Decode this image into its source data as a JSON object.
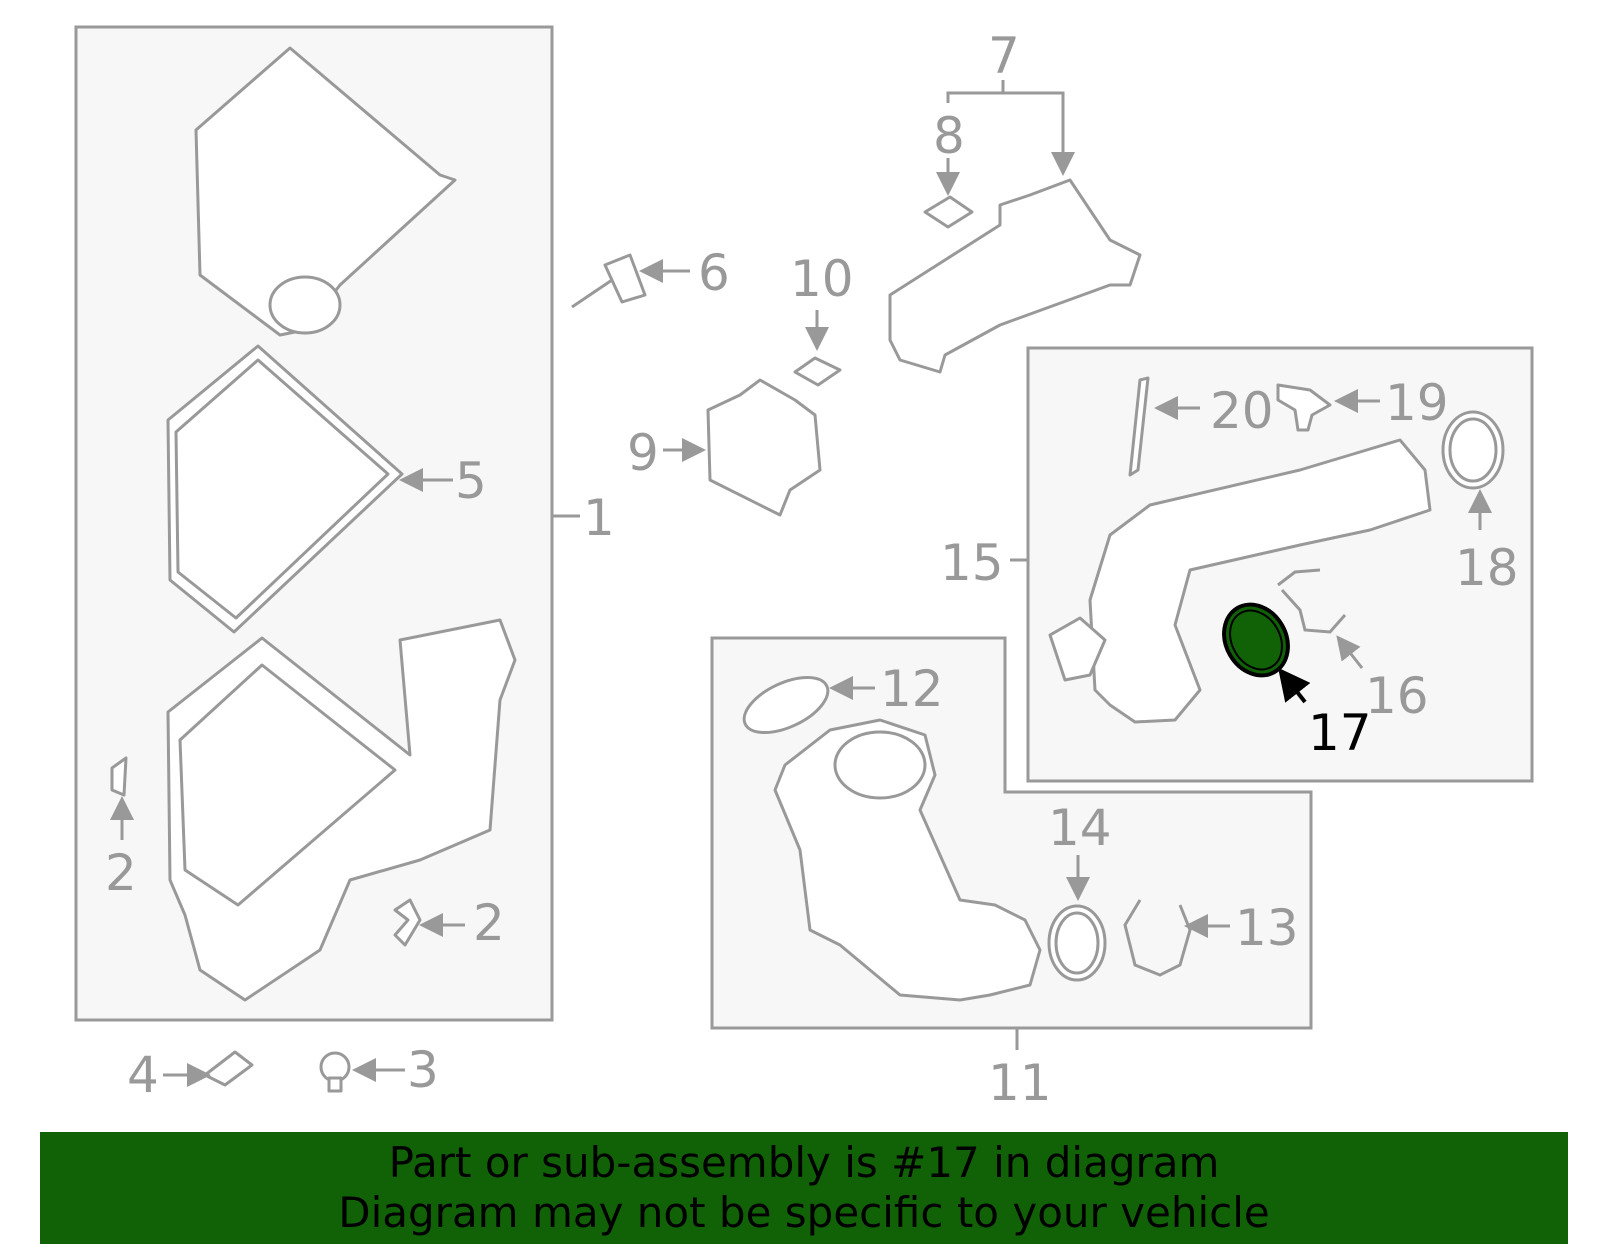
{
  "diagram": {
    "highlight_color": "#116207",
    "callouts": [
      {
        "id": "1",
        "text": "1"
      },
      {
        "id": "2a",
        "text": "2"
      },
      {
        "id": "2b",
        "text": "2"
      },
      {
        "id": "3",
        "text": "3"
      },
      {
        "id": "4",
        "text": "4"
      },
      {
        "id": "5",
        "text": "5"
      },
      {
        "id": "6",
        "text": "6"
      },
      {
        "id": "7",
        "text": "7"
      },
      {
        "id": "8",
        "text": "8"
      },
      {
        "id": "9",
        "text": "9"
      },
      {
        "id": "10",
        "text": "10"
      },
      {
        "id": "11",
        "text": "11"
      },
      {
        "id": "12",
        "text": "12"
      },
      {
        "id": "13",
        "text": "13"
      },
      {
        "id": "14",
        "text": "14"
      },
      {
        "id": "15",
        "text": "15"
      },
      {
        "id": "16",
        "text": "16"
      },
      {
        "id": "17",
        "text": "17"
      },
      {
        "id": "18",
        "text": "18"
      },
      {
        "id": "19",
        "text": "19"
      },
      {
        "id": "20",
        "text": "20"
      }
    ],
    "highlighted_part": "17"
  },
  "banner": {
    "line1": "Part or sub-assembly is #17 in diagram",
    "line2": "Diagram may not be specific to your vehicle"
  }
}
